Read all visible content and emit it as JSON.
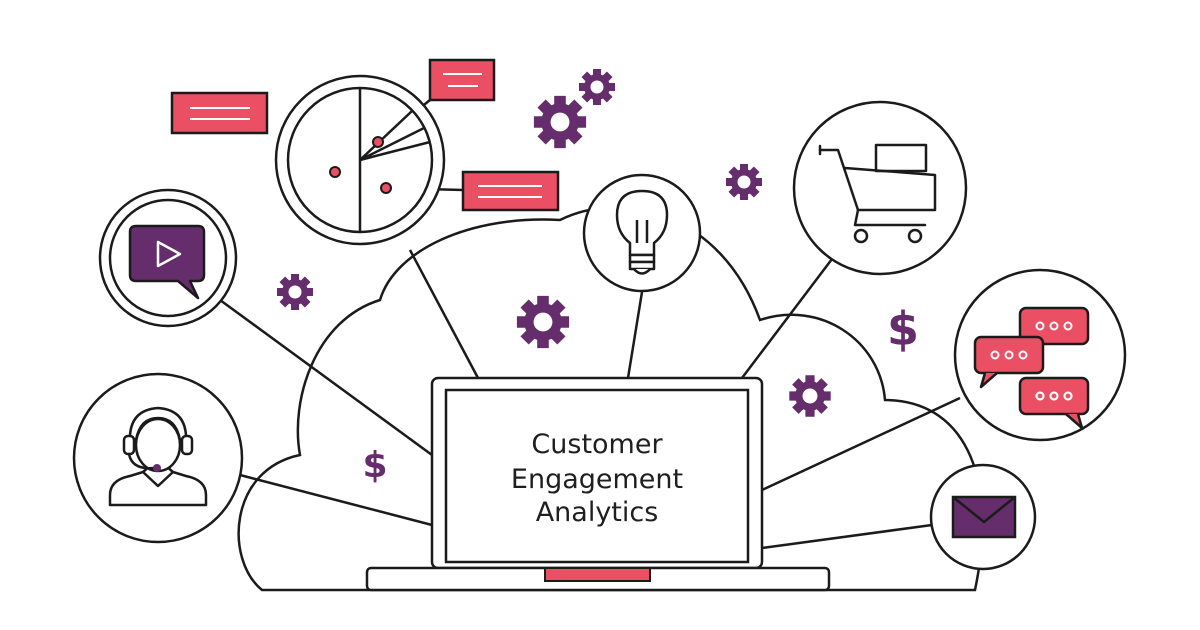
{
  "title": {
    "line1": "Customer",
    "line2": "Engagement",
    "line3": "Analytics"
  },
  "dollar_symbol": "$",
  "colors": {
    "stroke": "#1b1b1b",
    "purple": "#652d6c",
    "pink": "#ea4f64",
    "background": "#ffffff"
  },
  "icons": [
    "pie-chart-icon",
    "video-play-icon",
    "support-agent-icon",
    "lightbulb-icon",
    "shopping-cart-icon",
    "chat-bubbles-icon",
    "email-icon",
    "gear-icon",
    "dollar-icon",
    "laptop-icon",
    "cloud-icon"
  ]
}
